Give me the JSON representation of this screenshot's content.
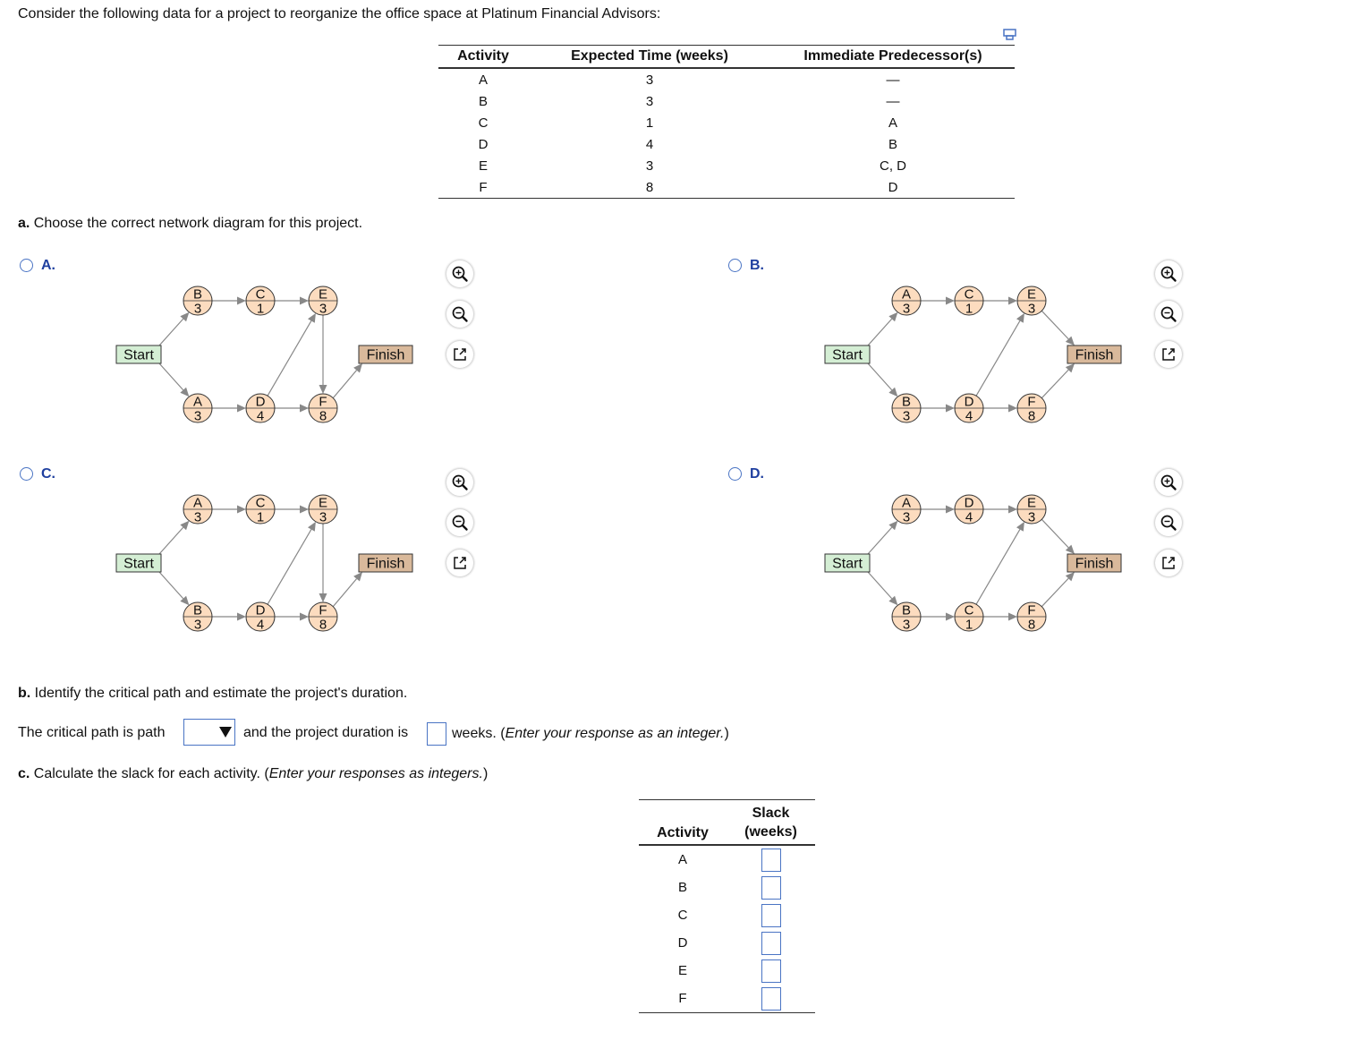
{
  "intro": "Consider the following data for a project to reorganize the office space at Platinum Financial Advisors:",
  "data_table": {
    "headers": [
      "Activity",
      "Expected Time  (weeks)",
      "Immediate Predecessor(s)"
    ],
    "rows": [
      [
        "A",
        "3",
        "—"
      ],
      [
        "B",
        "3",
        "—"
      ],
      [
        "C",
        "1",
        "A"
      ],
      [
        "D",
        "4",
        "B"
      ],
      [
        "E",
        "3",
        "C, D"
      ],
      [
        "F",
        "8",
        "D"
      ]
    ]
  },
  "part_a": {
    "label": "a.",
    "text": " Choose the correct network diagram for this project."
  },
  "options": [
    {
      "label": "A.",
      "top": [
        [
          "B",
          "3"
        ],
        [
          "C",
          "1"
        ],
        [
          "E",
          "3"
        ]
      ],
      "bottom": [
        [
          "A",
          "3"
        ],
        [
          "D",
          "4"
        ],
        [
          "F",
          "8"
        ]
      ],
      "start": "Start",
      "finish": "Finish"
    },
    {
      "label": "B.",
      "top": [
        [
          "A",
          "3"
        ],
        [
          "C",
          "1"
        ],
        [
          "E",
          "3"
        ]
      ],
      "bottom": [
        [
          "B",
          "3"
        ],
        [
          "D",
          "4"
        ],
        [
          "F",
          "8"
        ]
      ],
      "start": "Start",
      "finish": "Finish"
    },
    {
      "label": "C.",
      "top": [
        [
          "A",
          "3"
        ],
        [
          "C",
          "1"
        ],
        [
          "E",
          "3"
        ]
      ],
      "bottom": [
        [
          "B",
          "3"
        ],
        [
          "D",
          "4"
        ],
        [
          "F",
          "8"
        ]
      ],
      "start": "Start",
      "finish": "Finish"
    },
    {
      "label": "D.",
      "top": [
        [
          "A",
          "3"
        ],
        [
          "D",
          "4"
        ],
        [
          "E",
          "3"
        ]
      ],
      "bottom": [
        [
          "B",
          "3"
        ],
        [
          "C",
          "1"
        ],
        [
          "F",
          "8"
        ]
      ],
      "start": "Start",
      "finish": "Finish"
    }
  ],
  "part_b": {
    "label": "b.",
    "text": " Identify the critical path and estimate the project's duration.",
    "sentence_1": "The critical path is path",
    "sentence_2": "and the project duration is",
    "sentence_3": "weeks. (",
    "sentence_3_it": "Enter your response as an integer.",
    "sentence_3_end": ")"
  },
  "part_c": {
    "label": "c.",
    "text": " Calculate the slack for each activity. (",
    "text_it": "Enter your responses as integers.",
    "text_end": ")"
  },
  "slack_table": {
    "header_activity": "Activity",
    "header_slack_1": "Slack",
    "header_slack_2": "(weeks)",
    "activities": [
      "A",
      "B",
      "C",
      "D",
      "E",
      "F"
    ]
  },
  "colors": {
    "node_fill": "#fcdcbf",
    "start_fill": "#d4eed4",
    "finish_fill": "#d9b99b",
    "radio_border": "#4a74c4",
    "label_blue": "#1f3f9f",
    "arrow": "#888888"
  }
}
